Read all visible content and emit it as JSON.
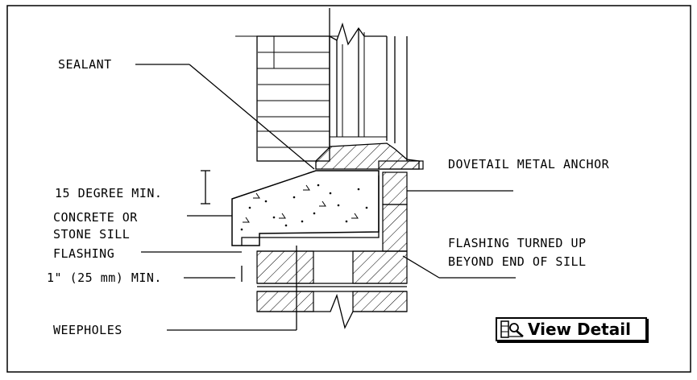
{
  "labels": {
    "sealant": "SEALANT",
    "dovetail": "DOVETAIL METAL ANCHOR",
    "degree": "15 DEGREE MIN.",
    "concrete_1": "CONCRETE OR",
    "concrete_2": "STONE SILL",
    "flashing": "FLASHING",
    "min_dim": "1\" (25 mm) MIN.",
    "flashing_turned_1": "FLASHING TURNED UP",
    "flashing_turned_2": "BEYOND END OF SILL",
    "weepholes": "WEEPHOLES"
  },
  "button": {
    "label": "View Detail",
    "icon": "magnify-detail-icon"
  }
}
